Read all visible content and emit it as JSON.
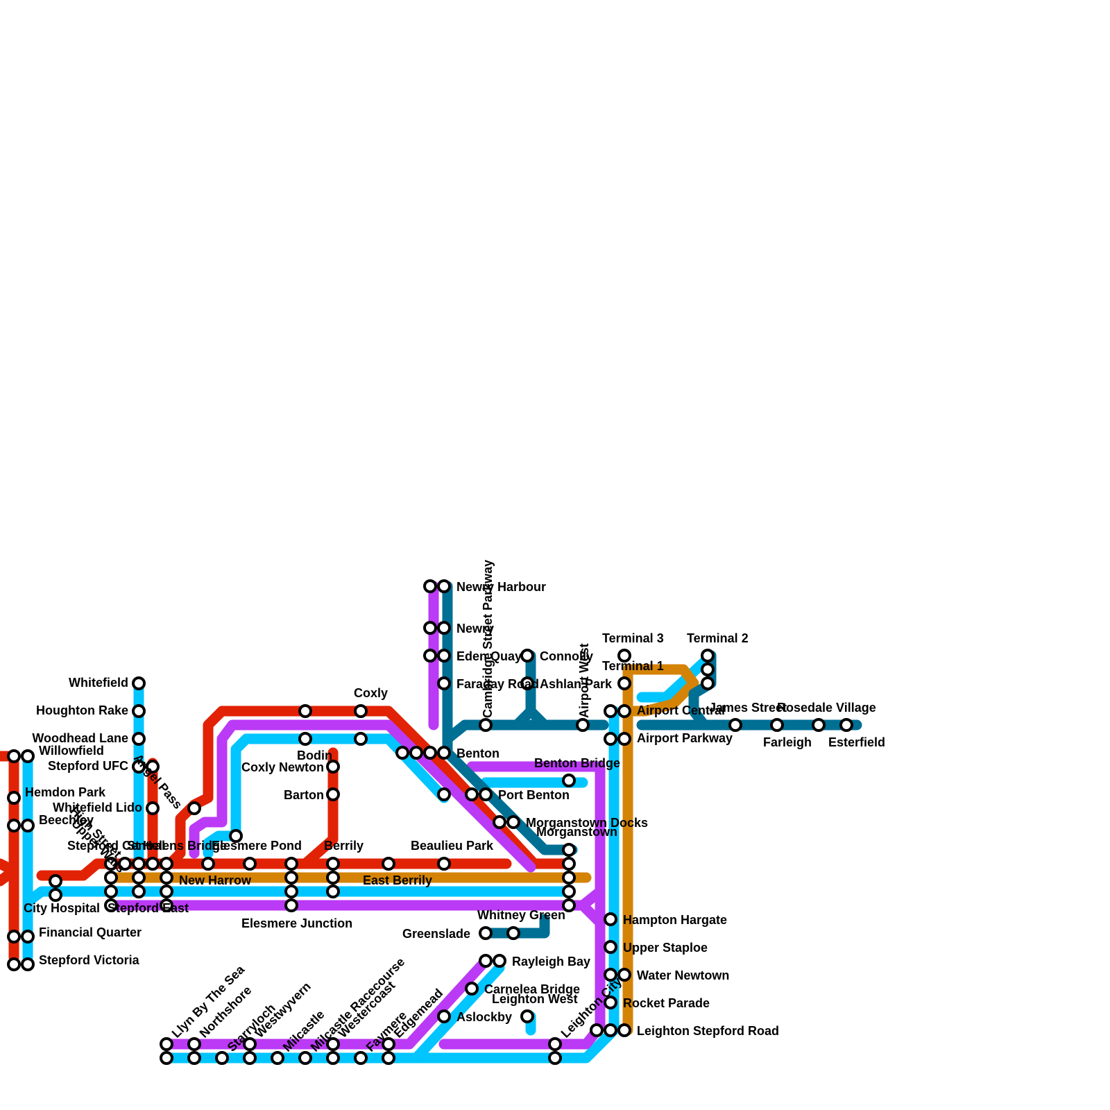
{
  "map": {
    "lines": [
      {
        "id": "red",
        "color": "#e22205"
      },
      {
        "id": "cyan",
        "color": "#00c5ff"
      },
      {
        "id": "purple",
        "color": "#bb3af5"
      },
      {
        "id": "orange",
        "color": "#d48307"
      },
      {
        "id": "teal",
        "color": "#006f94"
      }
    ],
    "stations": [
      "Whitefield",
      "Houghton Rake",
      "Woodhead Lane",
      "Willowfield",
      "Stepford UFC",
      "Angel Pass",
      "Hemdon Park",
      "Whitefield Lido",
      "Beechley",
      "High Street",
      "Upper Wars",
      "Stepford Central",
      "St Helens Bridge",
      "Elesmere Pond",
      "Berrily",
      "Beaulieu Park",
      "New Harrow",
      "East Berrily",
      "City Hospital",
      "Stepford East",
      "Elesmere Junction",
      "Financial Quarter",
      "Stepford Victoria",
      "Coxly",
      "Bodin",
      "Coxly Newton",
      "Barton",
      "Newry Harbour",
      "Newry",
      "Eden Quay",
      "Faraday Road",
      "Connolly",
      "Cambridge Street Parkway",
      "Ashlan Park",
      "Airport West",
      "Benton",
      "Benton Bridge",
      "Port Benton",
      "Morganstown Docks",
      "Morganstown",
      "Terminal 3",
      "Terminal 2",
      "Terminal 1",
      "Airport Central",
      "James Street",
      "Rosedale Village",
      "Airport Parkway",
      "Farleigh",
      "Esterfield",
      "Whitney Green",
      "Greenslade",
      "Hampton Hargate",
      "Upper Staploe",
      "Water Newtown",
      "Rayleigh Bay",
      "Carnelea Bridge",
      "Leighton West",
      "Rocket Parade",
      "Aslockby",
      "Leighton City",
      "Leighton Stepford Road",
      "Llyn By The Sea",
      "Northshore",
      "Starryloch",
      "Westwyvern",
      "Milcastle",
      "Milcastle Racecourse",
      "Westercoast",
      "Faymere",
      "Edgemead"
    ]
  }
}
